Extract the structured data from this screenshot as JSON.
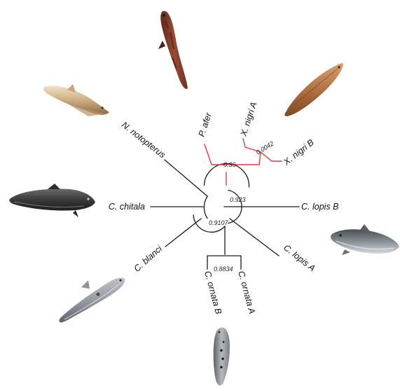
{
  "tree": {
    "taxa": {
      "p_afer": "P. afer",
      "x_nigri_a": "X. nigri A",
      "x_nigri_b": "X. nigri B",
      "n_notopterus": "N. notopterus",
      "c_chitala": "C. chitala",
      "c_lopis_b": "C. lopis B",
      "c_lopis_a": "C. lopis A",
      "c_blanci": "C. blanci",
      "c_ornata_b": "C. ornata B",
      "c_ornata_a": "C. ornata A"
    },
    "support": {
      "s036": "0.36",
      "s00042": "0.0042",
      "s0923": "0.923",
      "s09107": "0.9107",
      "s08834": "0.8834"
    },
    "colors": {
      "branch": "#1a1a1a",
      "highlight": "#e0393e"
    }
  },
  "images": [
    {
      "icon": "fish-p-afer-photo"
    },
    {
      "icon": "fish-x-nigri-photo"
    },
    {
      "icon": "fish-n-notopterus-photo"
    },
    {
      "icon": "fish-c-chitala-photo"
    },
    {
      "icon": "fish-c-lopis-photo"
    },
    {
      "icon": "fish-c-blanci-photo"
    },
    {
      "icon": "fish-c-ornata-photo"
    }
  ]
}
